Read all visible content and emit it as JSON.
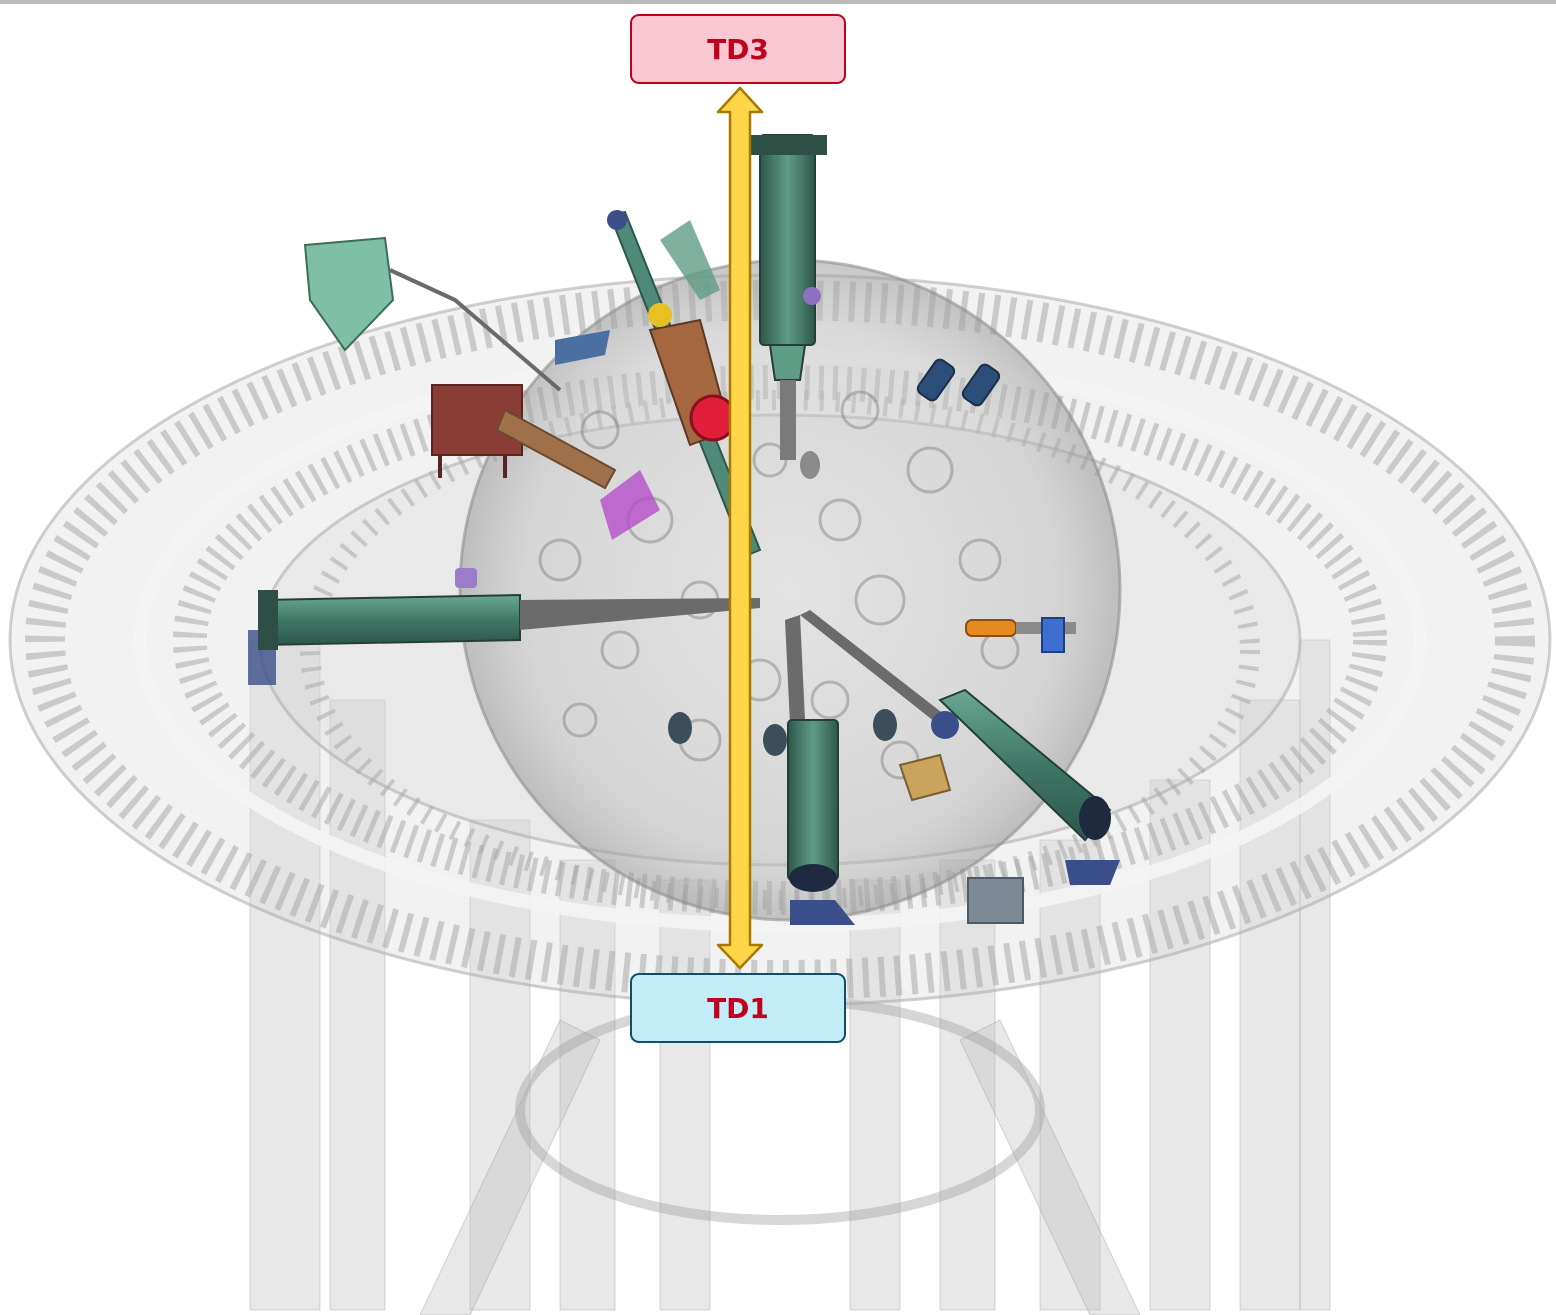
{
  "labels": {
    "top": "TD3",
    "bottom": "TD1"
  },
  "colors": {
    "label_text": "#c0001d",
    "top_fill": "#f9c8d2",
    "top_border": "#c0001d",
    "bottom_fill": "#c3ecf9",
    "bottom_border": "#0f4f6a",
    "arrow_fill": "#ffd54a",
    "arrow_stroke": "#a87a00",
    "equipment": "#4f8a78"
  },
  "icons": [
    "double-headed-vertical-arrow"
  ]
}
